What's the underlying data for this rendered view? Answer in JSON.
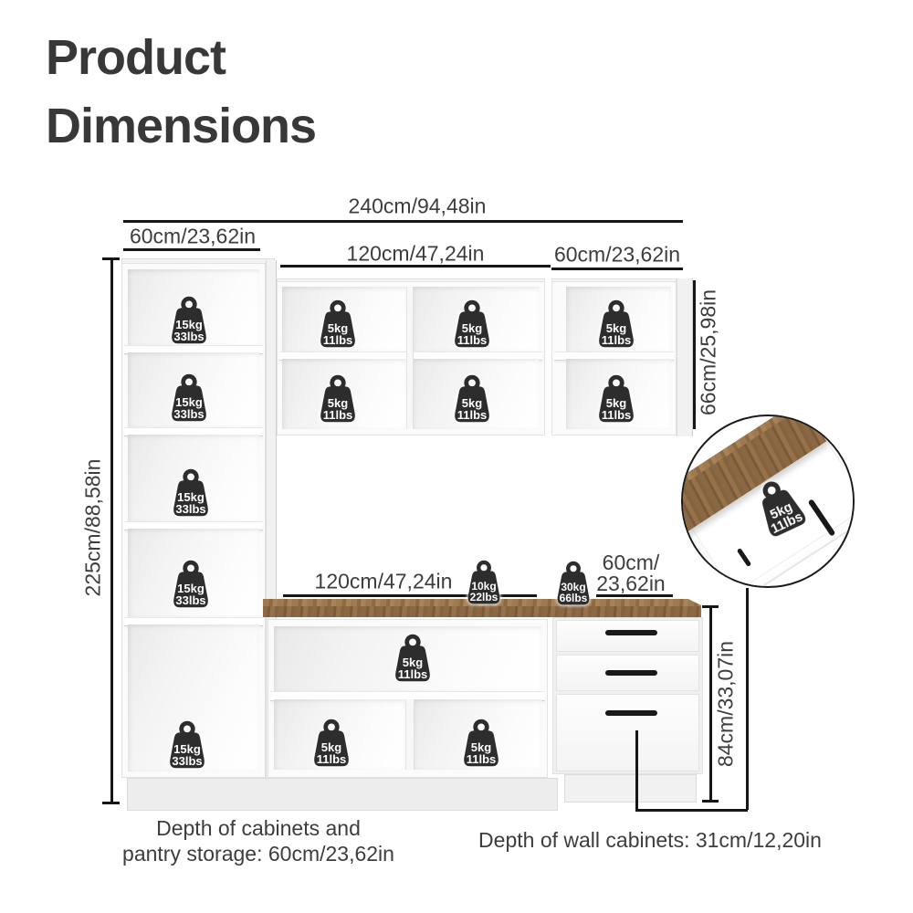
{
  "title": {
    "line1": "Product",
    "line2": "Dimensions"
  },
  "dimensions": {
    "total_width": "240cm/94,48in",
    "pantry_width": "60cm/23,62in",
    "wall_cabinets_width": "120cm/47,24in",
    "wall_right_width": "60cm/23,62in",
    "wall_height": "66cm/25,98in",
    "total_height": "225cm/88,58in",
    "counter_width": "120cm/47,24in",
    "counter_right_width_line1": "60cm/",
    "counter_right_width_line2": "23,62in",
    "base_height": "84cm/33,07in"
  },
  "weights": {
    "w15": {
      "kg": "15kg",
      "lbs": "33lbs"
    },
    "w5": {
      "kg": "5kg",
      "lbs": "11lbs"
    },
    "w10": {
      "kg": "10kg",
      "lbs": "22lbs"
    },
    "w30": {
      "kg": "30kg",
      "lbs": "66lbs"
    }
  },
  "notes": {
    "depth_cabinets_line1": "Depth of cabinets and",
    "depth_cabinets_line2": "pantry storage: 60cm/23,62in",
    "depth_wall_cabinets": "Depth of wall cabinets: 31cm/12,20in"
  },
  "icons": {
    "weight": "kettlebell-weight-icon"
  },
  "colors": {
    "text": "#3d3d3d",
    "line": "#161616",
    "icon_fill": "#2d2d2d",
    "icon_text": "#ffffff",
    "wood_light": "#96714a",
    "wood_dark": "#7a5a38"
  }
}
